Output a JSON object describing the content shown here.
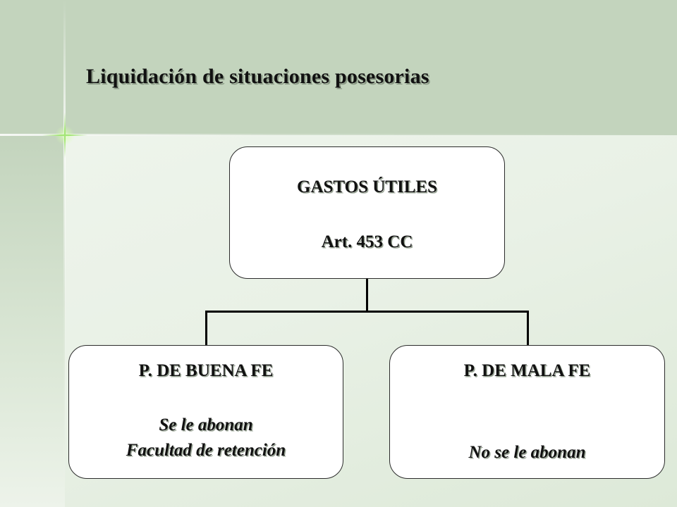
{
  "slide": {
    "title": "Liquidación de situaciones posesorias"
  },
  "diagram": {
    "root": {
      "line1": "GASTOS ÚTILES",
      "line2": "Art. 453 CC"
    },
    "left": {
      "heading": "P. DE BUENA FE",
      "line1": "Se le abonan",
      "line2": "Facultad de retención"
    },
    "right": {
      "heading": "P. DE MALA FE",
      "line1": "No se le abonan"
    }
  },
  "colors": {
    "header_band": "#c3d4bd",
    "background": "#eaf1e7",
    "box_fill": "#ffffff",
    "connector": "#000000"
  }
}
